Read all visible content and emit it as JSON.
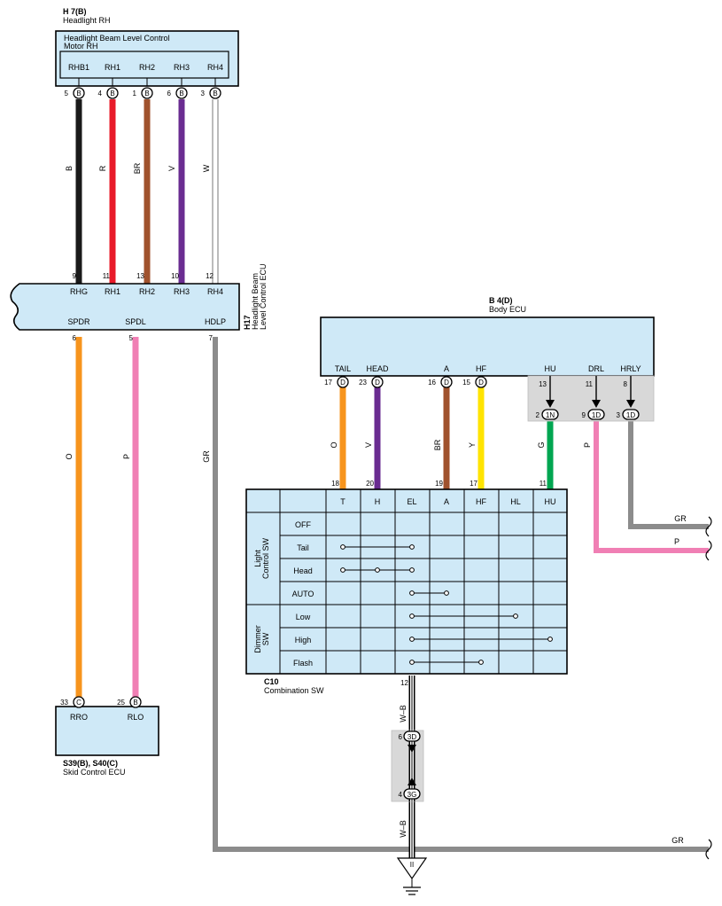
{
  "colors": {
    "B": "#1a1a1a",
    "R": "#e81b2a",
    "BR": "#a0522d",
    "V": "#6a2c91",
    "W": "#ffffff",
    "O": "#f7941d",
    "P": "#f07fb4",
    "GR": "#8c8c8c",
    "Y": "#ffe400",
    "G": "#00a651",
    "box_fill": "#cfe9f7",
    "connector_fill": "#d8d8d8"
  },
  "headlight_motor": {
    "ref": "H 7(B)",
    "name": "Headlight RH",
    "inner_label": "Headlight Beam Level Control Motor RH",
    "terminals": [
      {
        "pin": "5",
        "conn": "B",
        "name": "RHB1",
        "wire": "B"
      },
      {
        "pin": "4",
        "conn": "B",
        "name": "RH1",
        "wire": "R"
      },
      {
        "pin": "1",
        "conn": "B",
        "name": "RH2",
        "wire": "BR"
      },
      {
        "pin": "6",
        "conn": "B",
        "name": "RH3",
        "wire": "V"
      },
      {
        "pin": "3",
        "conn": "B",
        "name": "RH4",
        "wire": "W"
      }
    ]
  },
  "level_ecu": {
    "ref": "H17",
    "name": "Headlight Beam Level Control ECU",
    "top_terminals": [
      {
        "pin": "9",
        "name": "RHG"
      },
      {
        "pin": "11",
        "name": "RH1"
      },
      {
        "pin": "13",
        "name": "RH2"
      },
      {
        "pin": "10",
        "name": "RH3"
      },
      {
        "pin": "12",
        "name": "RH4"
      }
    ],
    "bottom_terminals": [
      {
        "pin": "6",
        "name": "SPDR",
        "wire": "O"
      },
      {
        "pin": "5",
        "name": "SPDL",
        "wire": "P"
      },
      {
        "pin": "7",
        "name": "HDLP",
        "wire": "GR"
      }
    ]
  },
  "skid_ecu": {
    "ref": "S39(B), S40(C)",
    "name": "Skid Control ECU",
    "terminals": [
      {
        "pin": "33",
        "conn": "C",
        "name": "RRO"
      },
      {
        "pin": "25",
        "conn": "B",
        "name": "RLO"
      }
    ]
  },
  "body_ecu": {
    "ref": "B 4(D)",
    "name": "Body ECU",
    "terminals": [
      {
        "pin": "17",
        "conn": "D",
        "name": "TAIL",
        "wire": "O"
      },
      {
        "pin": "23",
        "conn": "D",
        "name": "HEAD",
        "wire": "V"
      },
      {
        "pin": "16",
        "conn": "D",
        "name": "A",
        "wire": "BR"
      },
      {
        "pin": "15",
        "conn": "D",
        "name": "HF",
        "wire": "Y"
      },
      {
        "pin": "13",
        "name": "HU"
      },
      {
        "pin": "11",
        "name": "DRL"
      },
      {
        "pin": "8",
        "name": "HRLY"
      }
    ],
    "junction_pins": [
      {
        "pin": "2",
        "conn": "1N",
        "wire": "G"
      },
      {
        "pin": "9",
        "conn": "1D",
        "wire": "P"
      },
      {
        "pin": "3",
        "conn": "1D",
        "wire": "GR"
      }
    ]
  },
  "combination_sw": {
    "ref": "C10",
    "name": "Combination SW",
    "columns": [
      "T",
      "H",
      "EL",
      "A",
      "HF",
      "HL",
      "HU"
    ],
    "column_pins": [
      "18",
      "20",
      "",
      "19",
      "17",
      "",
      "11"
    ],
    "groups": [
      {
        "label": "Light Control SW",
        "rows": [
          "OFF",
          "Tail",
          "Head",
          "AUTO"
        ]
      },
      {
        "label": "Dimmer SW",
        "rows": [
          "Low",
          "High",
          "Flash"
        ]
      }
    ],
    "bottom_pin": "12",
    "bottom_wire": "W–B"
  },
  "connector": {
    "top": {
      "pin": "6",
      "conn": "3D"
    },
    "bottom": {
      "pin": "4",
      "conn": "3G"
    },
    "wire": "W–B",
    "ground_label": "II"
  },
  "wire_labels": {
    "gr_right_top": "GR",
    "p_right": "P",
    "gr_right_bottom": "GR"
  }
}
